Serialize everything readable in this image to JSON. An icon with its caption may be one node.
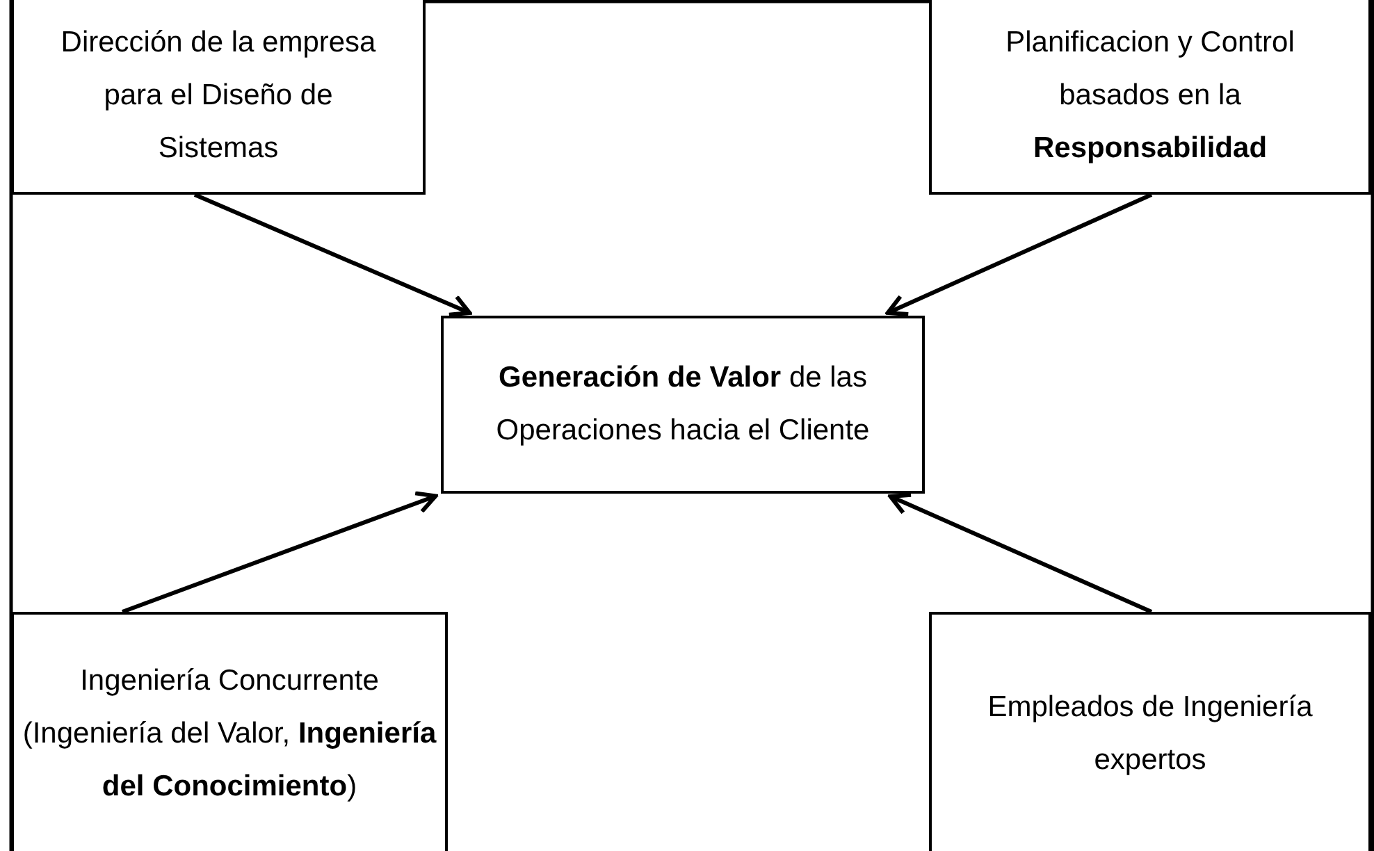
{
  "diagram": {
    "nodes": [
      {
        "text": [
          "Dirección de la empresa para el Diseño de Sistemas"
        ]
      },
      {
        "text": [
          "Planificacion y Control basados en la **Responsabilidad**"
        ]
      },
      {
        "text": [
          "**Generación de Valor** de las Operaciones hacia el Cliente"
        ]
      },
      {
        "text": [
          "Ingeniería Concurrente (Ingeniería del Valor, **Ingeniería del Conocimiento**)"
        ]
      },
      {
        "text": [
          "Empleados de Ingeniería expertos"
        ]
      }
    ],
    "edges": [
      {
        "from": 0,
        "to": 2,
        "arrow": "to"
      },
      {
        "from": 1,
        "to": 2,
        "arrow": "to"
      },
      {
        "from": 3,
        "to": 2,
        "arrow": "to"
      },
      {
        "from": 4,
        "to": 2,
        "arrow": "to"
      }
    ]
  }
}
